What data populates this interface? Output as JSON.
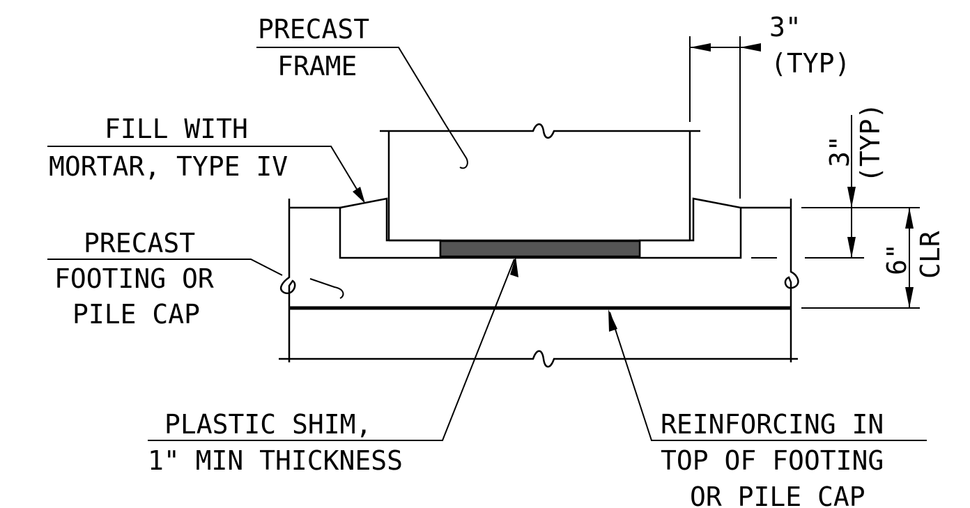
{
  "labels": {
    "precast_frame": [
      "PRECAST",
      "FRAME"
    ],
    "fill_mortar": [
      "FILL WITH",
      "MORTAR, TYPE IV"
    ],
    "precast_footing": [
      "PRECAST",
      "FOOTING OR",
      "PILE CAP"
    ],
    "plastic_shim": [
      "PLASTIC SHIM,",
      "1\" MIN THICKNESS"
    ],
    "reinforcing": [
      "REINFORCING IN",
      "TOP OF FOOTING",
      "OR PILE CAP"
    ]
  },
  "dimensions": {
    "horizontal_3": [
      "3\"",
      "(TYP)"
    ],
    "vertical_3": [
      "3\"",
      "(TYP)"
    ],
    "vertical_6": [
      "6\"",
      "CLR"
    ]
  },
  "colors": {
    "line": "#000000",
    "shim_fill": "#555555",
    "background": "#ffffff"
  }
}
